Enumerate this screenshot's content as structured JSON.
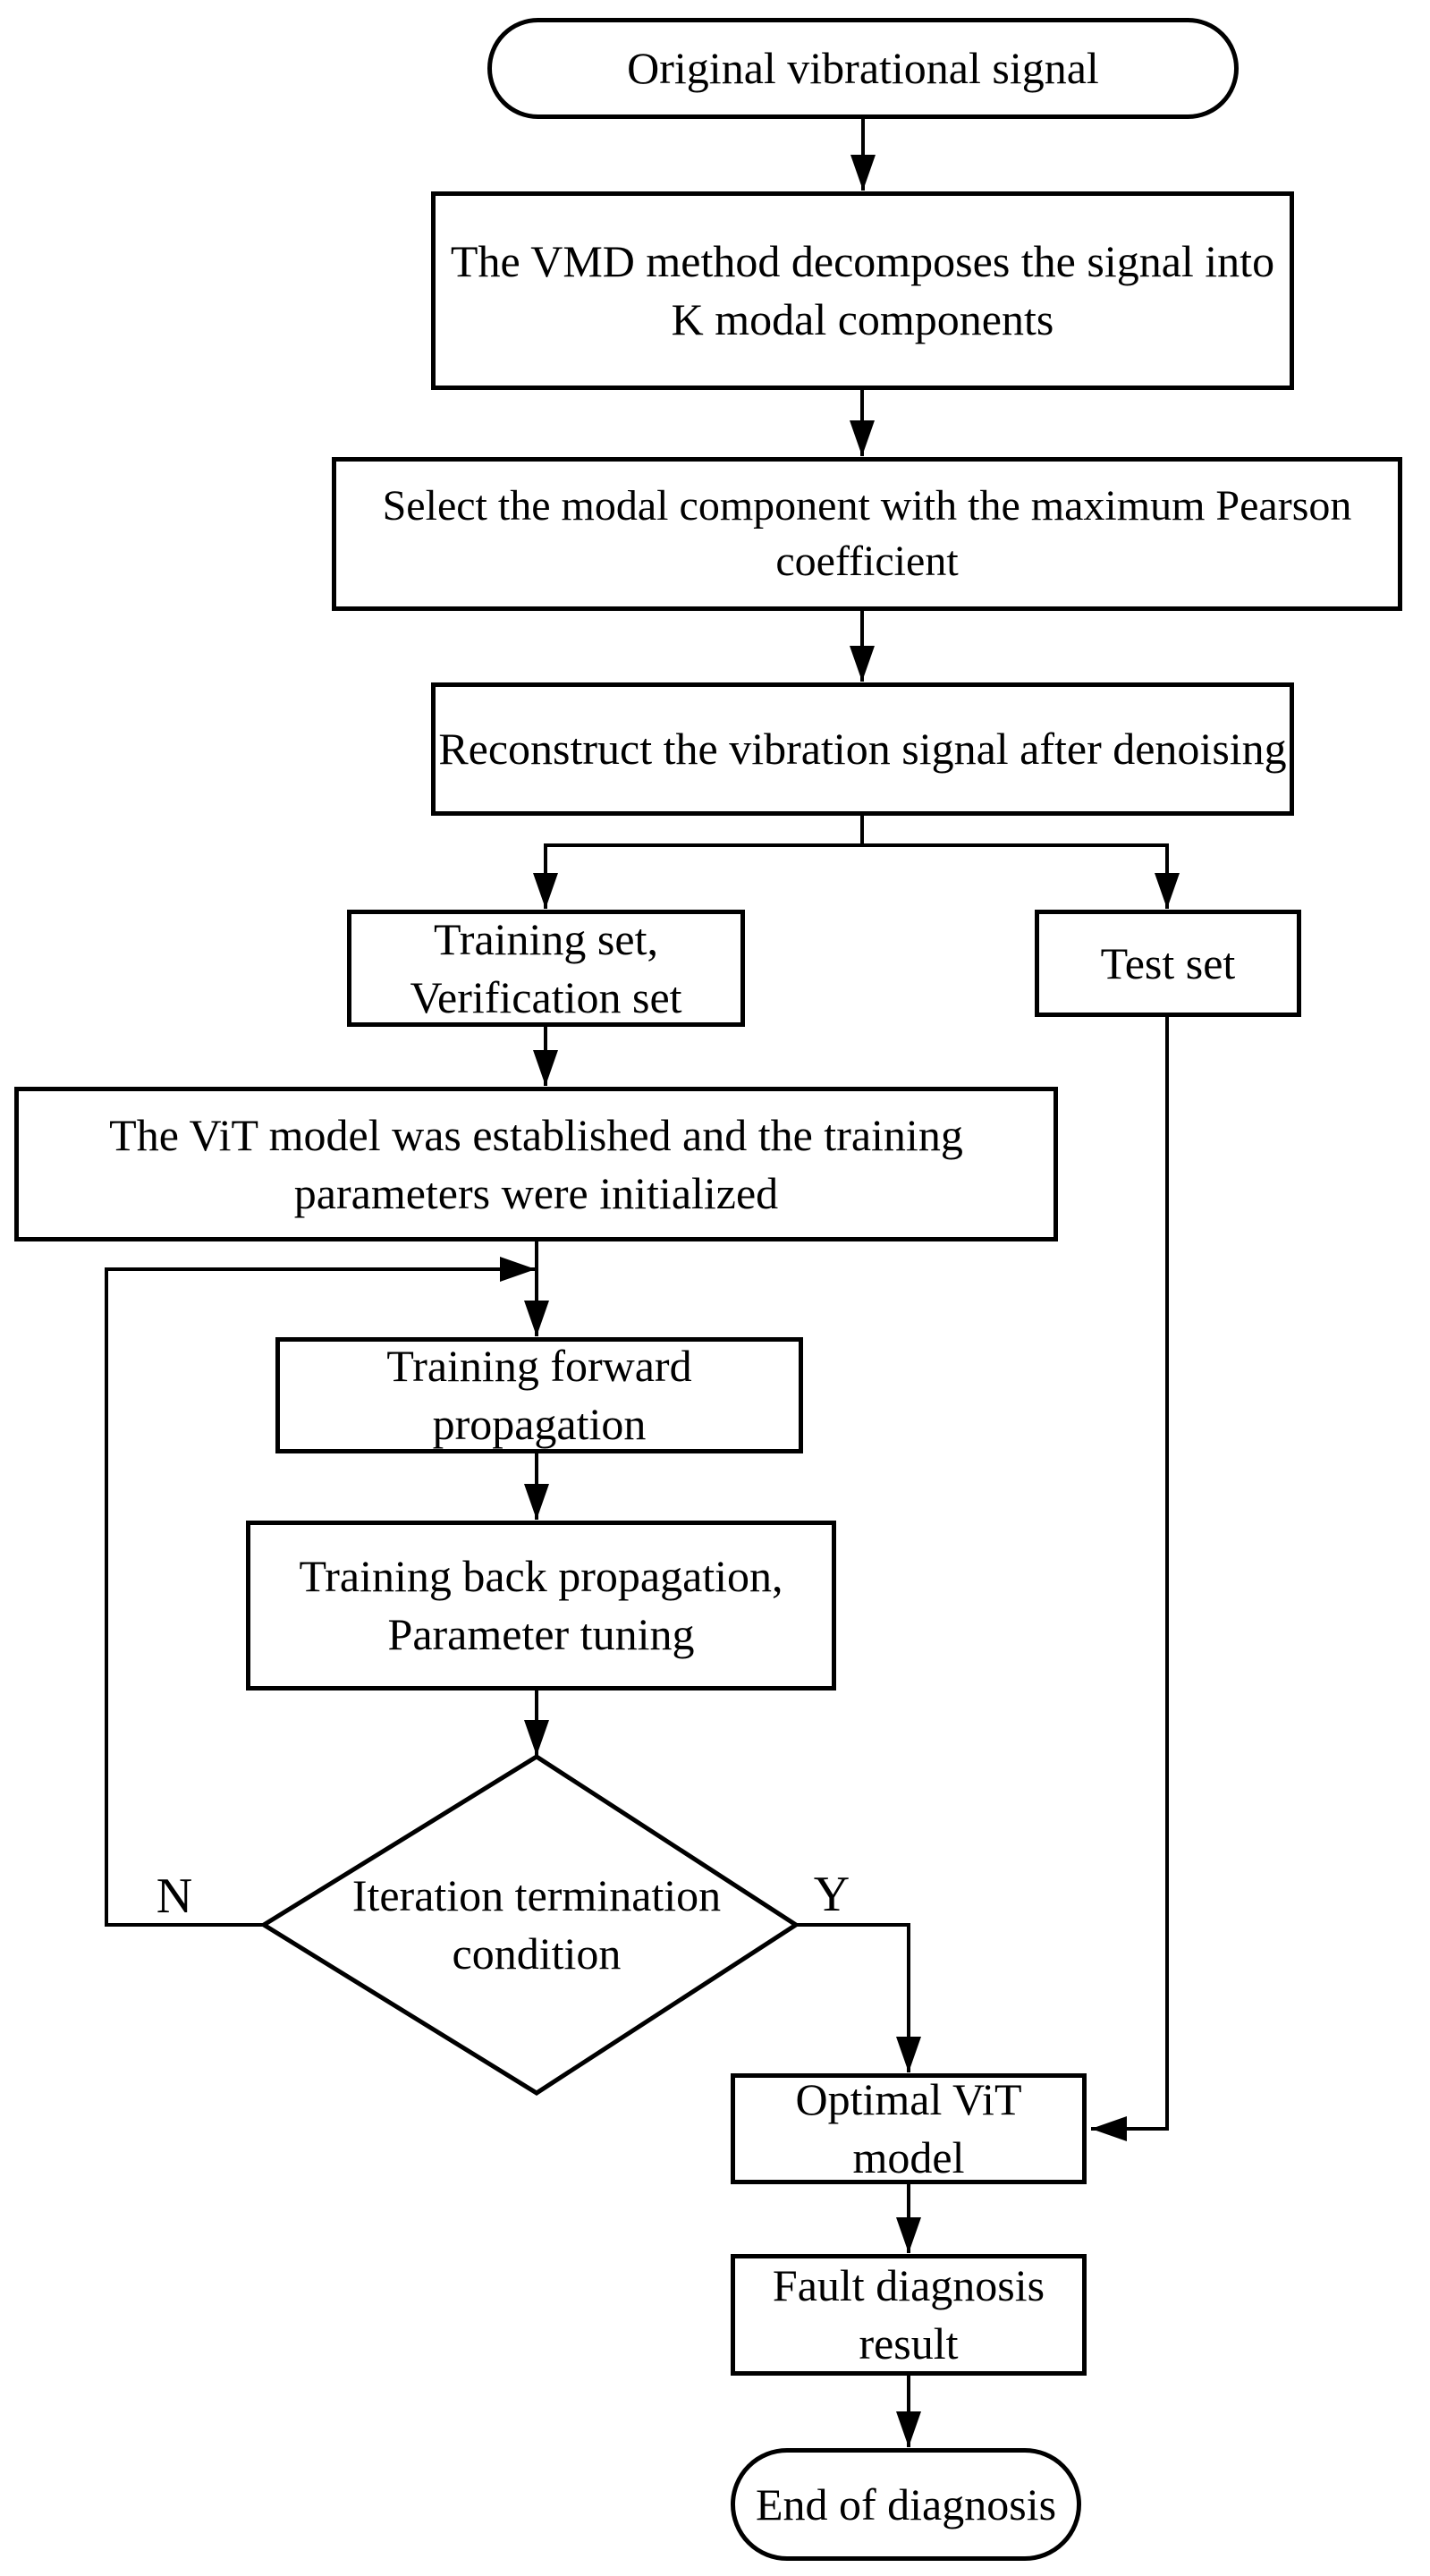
{
  "diagram": {
    "type": "flowchart",
    "colors": {
      "stroke": "#000000",
      "background": "#ffffff",
      "text": "#000000"
    },
    "nodes": {
      "start": {
        "type": "terminator",
        "label": "Original vibrational signal"
      },
      "vmd": {
        "type": "process",
        "label": [
          "The VMD method decomposes the signal into",
          "K modal components"
        ]
      },
      "pearson": {
        "type": "process",
        "label": [
          "Select the modal component with the maximum Pearson",
          "coefficient"
        ]
      },
      "reconstruct": {
        "type": "process",
        "label": "Reconstruct the vibration signal after denoising"
      },
      "training": {
        "type": "process",
        "label": [
          "Training set,",
          "Verification set"
        ]
      },
      "test": {
        "type": "process",
        "label": "Test set"
      },
      "vit": {
        "type": "process",
        "label": [
          "The ViT model was established and the training",
          "parameters were initialized"
        ]
      },
      "forward": {
        "type": "process",
        "label": [
          "Training forward",
          "propagation"
        ]
      },
      "back": {
        "type": "process",
        "label": [
          "Training back propagation,",
          "Parameter tuning"
        ]
      },
      "decision": {
        "type": "decision",
        "label": [
          "Iteration termination",
          "condition"
        ]
      },
      "optimal": {
        "type": "process",
        "label": [
          "Optimal ViT",
          "model"
        ]
      },
      "fault": {
        "type": "process",
        "label": [
          "Fault diagnosis",
          "result"
        ]
      },
      "end": {
        "type": "terminator",
        "label": "End of diagnosis"
      }
    },
    "edges": [
      {
        "from": "start",
        "to": "vmd"
      },
      {
        "from": "vmd",
        "to": "pearson"
      },
      {
        "from": "pearson",
        "to": "reconstruct"
      },
      {
        "from": "reconstruct",
        "to": "training"
      },
      {
        "from": "reconstruct",
        "to": "test"
      },
      {
        "from": "training",
        "to": "vit"
      },
      {
        "from": "vit",
        "to": "forward"
      },
      {
        "from": "forward",
        "to": "back"
      },
      {
        "from": "back",
        "to": "decision"
      },
      {
        "from": "decision",
        "to": "forward",
        "label": "N"
      },
      {
        "from": "decision",
        "to": "optimal",
        "label": "Y"
      },
      {
        "from": "test",
        "to": "optimal"
      },
      {
        "from": "optimal",
        "to": "fault"
      },
      {
        "from": "fault",
        "to": "end"
      }
    ]
  }
}
